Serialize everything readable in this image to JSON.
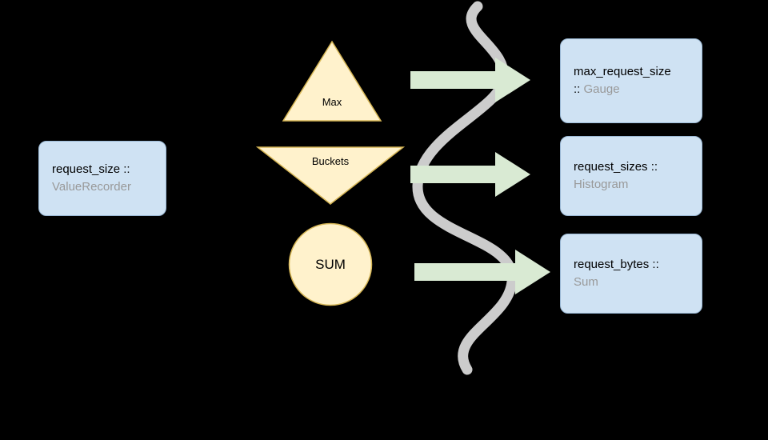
{
  "source": {
    "name": "request_size",
    "separator": "::",
    "type": "ValueRecorder"
  },
  "aggregations": [
    {
      "id": "max",
      "shape": "triangle-up",
      "label": "Max"
    },
    {
      "id": "buckets",
      "shape": "triangle-down",
      "label": "Buckets"
    },
    {
      "id": "sum",
      "shape": "circle",
      "label": "SUM"
    }
  ],
  "outputs": [
    {
      "name": "max_request_size",
      "separator": "::",
      "type": "Gauge"
    },
    {
      "name": "request_sizes",
      "separator": "::",
      "type": "Histogram"
    },
    {
      "name": "request_bytes",
      "separator": "::",
      "type": "Sum"
    }
  ],
  "colors": {
    "background": "#000000",
    "node_fill": "#cfe2f3",
    "node_stroke": "#9ab8d4",
    "node_text": "#000000",
    "muted_text": "#999999",
    "shape_fill": "#fff2cc",
    "shape_stroke": "#d6b656",
    "arrow_fill": "#d9ead3",
    "squiggle": "#cccccc"
  }
}
